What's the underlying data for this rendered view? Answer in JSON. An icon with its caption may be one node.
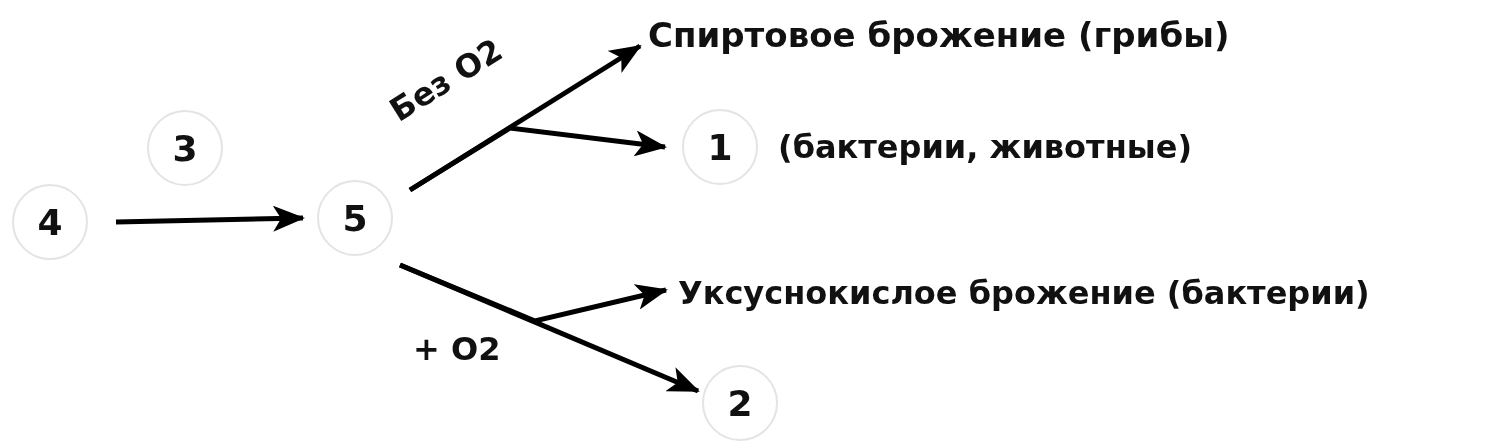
{
  "diagram": {
    "nodes": [
      {
        "text": [
          "Спиртовое брожение (грибы)"
        ]
      },
      {
        "text": [
          "3"
        ]
      },
      {
        "text": [
          "1"
        ],
        "beside": [
          "(бактерии, животные)"
        ]
      },
      {
        "text": [
          "4"
        ]
      },
      {
        "text": [
          "5"
        ]
      },
      {
        "text": [
          "Уксуснокислое брожение (бактерии)"
        ]
      },
      {
        "text": [
          "2"
        ]
      }
    ],
    "edges": [
      {
        "from": 3,
        "to": 4,
        "arrow": "to"
      },
      {
        "from": 4,
        "to": 0,
        "arrow": "to",
        "label": "Без O2"
      },
      {
        "from": 4,
        "to": 2,
        "arrow": "to"
      },
      {
        "from": 4,
        "to": 6,
        "arrow": "to",
        "label": "+ O2"
      },
      {
        "from": 4,
        "to": 5,
        "arrow": "to"
      }
    ]
  }
}
